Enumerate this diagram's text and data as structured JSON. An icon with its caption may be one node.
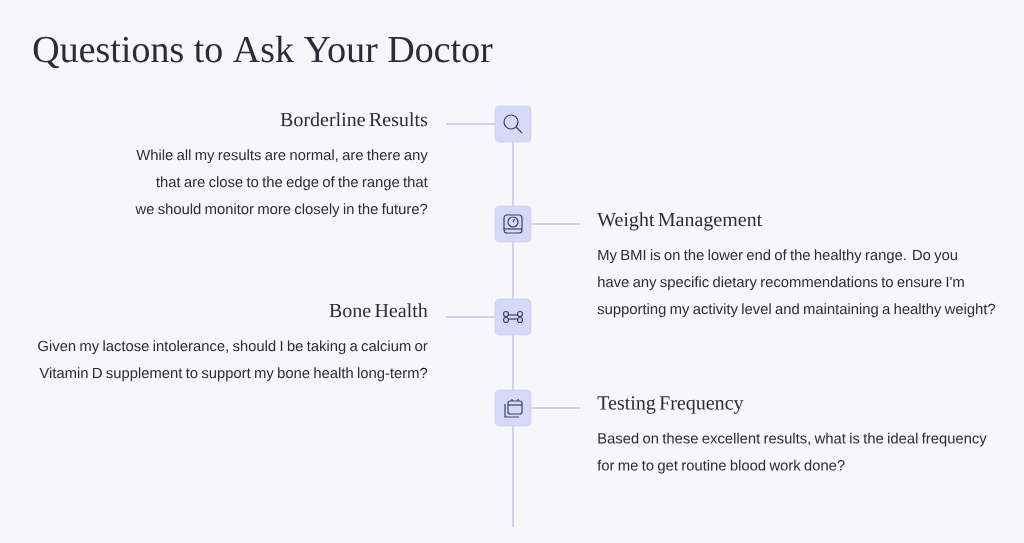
{
  "diagram": {
    "title": "Questions to Ask Your Doctor",
    "nodes": [
      {
        "text": [
          "Borderline Results",
          "While all my results are normal, are there any that are close to the edge of the range that we should monitor more closely in the future?"
        ]
      },
      {
        "text": [],
        "shape": "box"
      },
      {
        "text": [],
        "shape": "box"
      },
      {
        "text": [
          "Weight Management",
          "My BMI is on the lower end of the healthy range. Do you have any specific dietary recommendations to ensure I'm supporting my activity level and maintaining a healthy weight?"
        ]
      },
      {
        "text": [
          "Bone Health",
          "Given my lactose intolerance, should I be taking a calcium or Vitamin D supplement to support my bone health long-term?"
        ]
      },
      {
        "text": [],
        "shape": "box"
      },
      {
        "text": [],
        "shape": "box"
      },
      {
        "text": [
          "Testing Frequency",
          "Based on these excellent results, what is the ideal frequency for me to get routine blood work done?"
        ]
      }
    ],
    "edges": [
      {
        "from": 0,
        "to": 1,
        "arrow": "none"
      },
      {
        "from": 1,
        "to": 2,
        "arrow": "none"
      },
      {
        "from": 2,
        "to": 3,
        "arrow": "none"
      },
      {
        "from": 2,
        "to": 5,
        "arrow": "none"
      },
      {
        "from": 4,
        "to": 5,
        "arrow": "none"
      },
      {
        "from": 5,
        "to": 6,
        "arrow": "none"
      },
      {
        "from": 6,
        "to": 7,
        "arrow": "none"
      },
      {
        "from": 6,
        "to": null,
        "arrow": "none"
      }
    ]
  }
}
